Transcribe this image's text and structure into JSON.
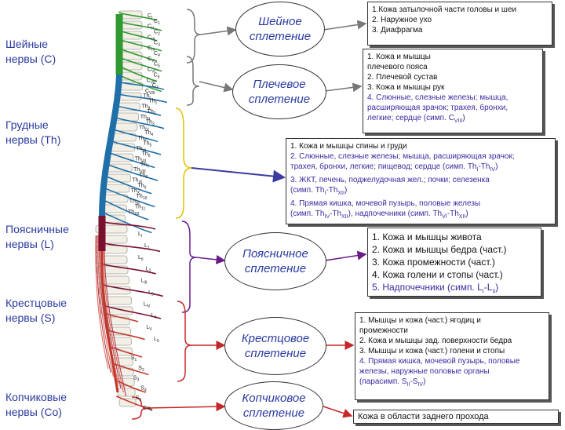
{
  "regions": {
    "cervical": "Шейные\nнервы (С)",
    "thoracic": "Грудные\nнервы (Th)",
    "lumbar": "Поясничные\nнервы (L)",
    "sacral": "Крестцовые\nнервы (S)",
    "coccygeal": "Копчиковые\nнервы (Со)"
  },
  "plexuses": {
    "cervical": "Шейное\nсплетение",
    "brachial": "Плечевое\nсплетение",
    "lumbar": "Поясничное\nсплетение",
    "sacral": "Крестцовое\nсплетение",
    "coccygeal": "Копчиковое\nсплетение"
  },
  "boxes": {
    "cervical": [
      "1.Кожа затылочной части головы и шеи",
      "2. Наружное ухо",
      "3. Диафрагма"
    ],
    "brachial": [
      "1. Кожа и мышцы",
      "плечевого пояса",
      "2. Плечевой сустав",
      "3. Кожа и мышцы рук",
      "4. Слюнные, слезные железы; мышца,",
      "расширяющая зрачок; трахея, бронхи,",
      "легкие; сердце (симп. C",
      "VIII",
      ")"
    ],
    "thoracic": [
      "1. Кожа и мышцы спины и груди",
      "2. Слюнные, слезные железы; мышца, расширяющая зрачок;",
      "трахея, бронхи, легкие; пищевод; сердце (симп. Th",
      "I",
      "-Th",
      "IV",
      ")",
      "3. ЖКТ, печень, поджелудочная жел.; почки; селезенка",
      "(симп. Th",
      "I",
      "-Th",
      "XII",
      ")",
      "4. Прямая кишка, мочевой пузырь, половые железы",
      "(симп. Th",
      "IV",
      "-Th",
      "XII",
      "), надпочечники (симп. Th",
      "VI",
      "-Th",
      "XII",
      ")"
    ],
    "lumbar": [
      "1. Кожа и мышцы живота",
      "2. Кожа и мышцы бедра (част.)",
      "3. Кожа промежности (част.)",
      "4. Кожа голени и стопы (част.)",
      "5. Надпочечники (симп. L",
      "I",
      "-L",
      "II",
      ")"
    ],
    "sacral": [
      "1. Мышцы и кожа (част.) ягодиц и",
      "промежности",
      "2. Кожа и мышцы зад. поверхности бедра",
      "3. Мышцы и кожа (част.) голени и стопы",
      "4. Прямая кишка, мочевой пузырь, половые",
      "железы, наружные половые органы",
      "(парасимп. S",
      "II",
      "-S",
      "IV",
      ")"
    ],
    "coccygeal": "Кожа в области заднего прохода"
  },
  "colors": {
    "cervical": "#2f9a2f",
    "thoracic": "#1f6fa8",
    "lumbar": "#7a1030",
    "sacral": "#c0392b",
    "bracket_cervical": "#777777",
    "bracket_brachial": "#777777",
    "bracket_thoracic": "#e2c200",
    "bracket_lumbar": "#6a1b8a",
    "bracket_sacral": "#c62828",
    "bracket_coccygeal": "#c62828",
    "arrow_thoracic": "#3a3aa0",
    "arrow_lumbar": "#6a1b8a",
    "arrow_sacral": "#c62828"
  },
  "vertebra_labels": {
    "cervical": [
      "C",
      "I",
      "C",
      "1",
      "C",
      "II",
      "C",
      "2",
      "C",
      "III",
      "C",
      "3",
      "C",
      "IV",
      "C",
      "4",
      "C",
      "V",
      "C",
      "5",
      "C",
      "VI",
      "C",
      "6",
      "C",
      "VII",
      "C",
      "7",
      "C",
      "VIII"
    ],
    "thoracic": [
      "Th",
      "I",
      "Th",
      "1",
      "Th",
      "II",
      "Th",
      "2",
      "Th",
      "III",
      "Th",
      "3",
      "Th",
      "IV",
      "Th",
      "4",
      "Th",
      "V",
      "Th",
      "5",
      "Th",
      "VI",
      "Th",
      "6",
      "Th",
      "VII",
      "Th",
      "7",
      "Th",
      "VIII",
      "Th",
      "8",
      "Th",
      "IX",
      "Th",
      "9",
      "Th",
      "X",
      "Th",
      "10",
      "Th",
      "XI",
      "Th",
      "11",
      "Th",
      "XII"
    ],
    "lumbar": [
      "L",
      "I",
      "L",
      "1",
      "L",
      "II",
      "L",
      "2",
      "L",
      "III",
      "L",
      "3",
      "L",
      "IV",
      "L",
      "4",
      "L",
      "V",
      "L",
      "5"
    ],
    "sacral": [
      "S",
      "1",
      "S",
      "2",
      "S",
      "3",
      "S",
      "4",
      "S",
      "5",
      "Co",
      "1"
    ]
  }
}
